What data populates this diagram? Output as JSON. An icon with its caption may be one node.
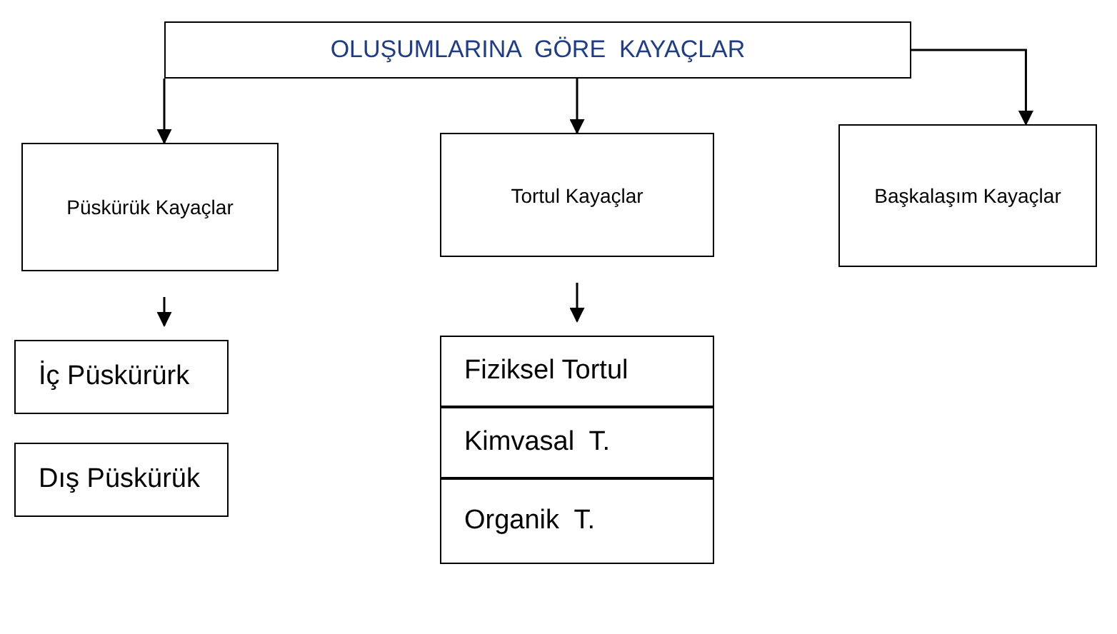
{
  "diagram": {
    "nodes": [
      {
        "text": [
          "OLUŞUMLARINA  GÖRE  KAYAÇLAR"
        ]
      },
      {
        "text": [
          "Püskürük Kayaçlar"
        ]
      },
      {
        "text": [
          "Tortul Kayaçlar"
        ]
      },
      {
        "text": [
          "Başkalaşım Kayaçlar"
        ]
      },
      {
        "text": [
          "İç Püskürürk"
        ]
      },
      {
        "text": [
          "Dış Püskürük"
        ]
      },
      {
        "text": [
          "Fiziksel Tortul"
        ]
      },
      {
        "text": [
          "Kimvasal  T."
        ]
      },
      {
        "text": [
          "Organik  T."
        ]
      }
    ],
    "edges": [
      {
        "from": 0,
        "to": 1,
        "arrow": "to"
      },
      {
        "from": 0,
        "to": 2,
        "arrow": "to"
      },
      {
        "from": 0,
        "to": 3,
        "arrow": "to"
      },
      {
        "from": 1,
        "to": 4,
        "arrow": "to"
      },
      {
        "from": 2,
        "to": 6,
        "arrow": "to"
      }
    ]
  }
}
